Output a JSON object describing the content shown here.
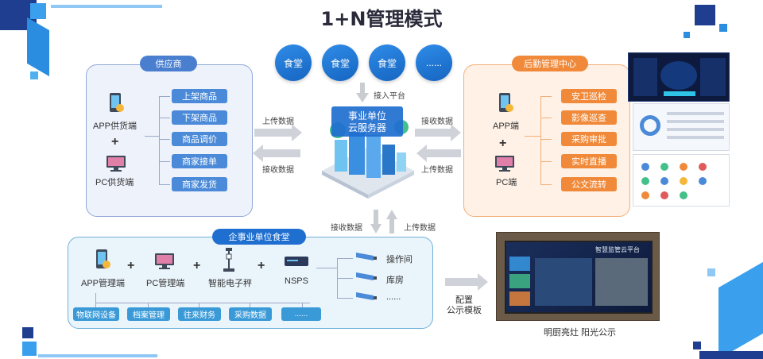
{
  "title": "1+N管理模式",
  "canteens": [
    "食堂",
    "食堂",
    "食堂",
    "......"
  ],
  "access_platform": "接入平台",
  "cloud_server": {
    "line1": "事业单位",
    "line2": "云服务器"
  },
  "flows": {
    "upload_left": "上传数据",
    "receive_left": "接收数据",
    "receive_right": "接收数据",
    "upload_right": "上传数据",
    "receive_bottom": "接收数据",
    "upload_bottom": "上传数据"
  },
  "supplier": {
    "title": "供应商",
    "app": "APP供货端",
    "pc": "PC供货端",
    "functions": [
      "上架商品",
      "下架商品",
      "商品调价",
      "商家接单",
      "商家发货"
    ]
  },
  "logistics": {
    "title": "后勤管理中心",
    "app": "APP端",
    "pc": "PC端",
    "functions": [
      "安卫巡检",
      "影像巡查",
      "采购审批",
      "实时直播",
      "公文流转"
    ]
  },
  "enterprise": {
    "title": "企事业单位食堂",
    "devices": [
      "APP管理端",
      "PC管理端",
      "智能电子秤",
      "NSPS"
    ],
    "modules": [
      "物联网设备",
      "档案管理",
      "往来财务",
      "采购数据",
      "......"
    ],
    "cameras": [
      "操作间",
      "库房",
      "......"
    ]
  },
  "config": {
    "line1": "配置",
    "line2": "公示模板"
  },
  "screen": {
    "banner": "智慧监管云平台",
    "caption": "明厨亮灶  阳光公示"
  },
  "colors": {
    "primary": "#1f6fd0",
    "orange": "#f08a3a",
    "cyan": "#3a9ad8"
  }
}
